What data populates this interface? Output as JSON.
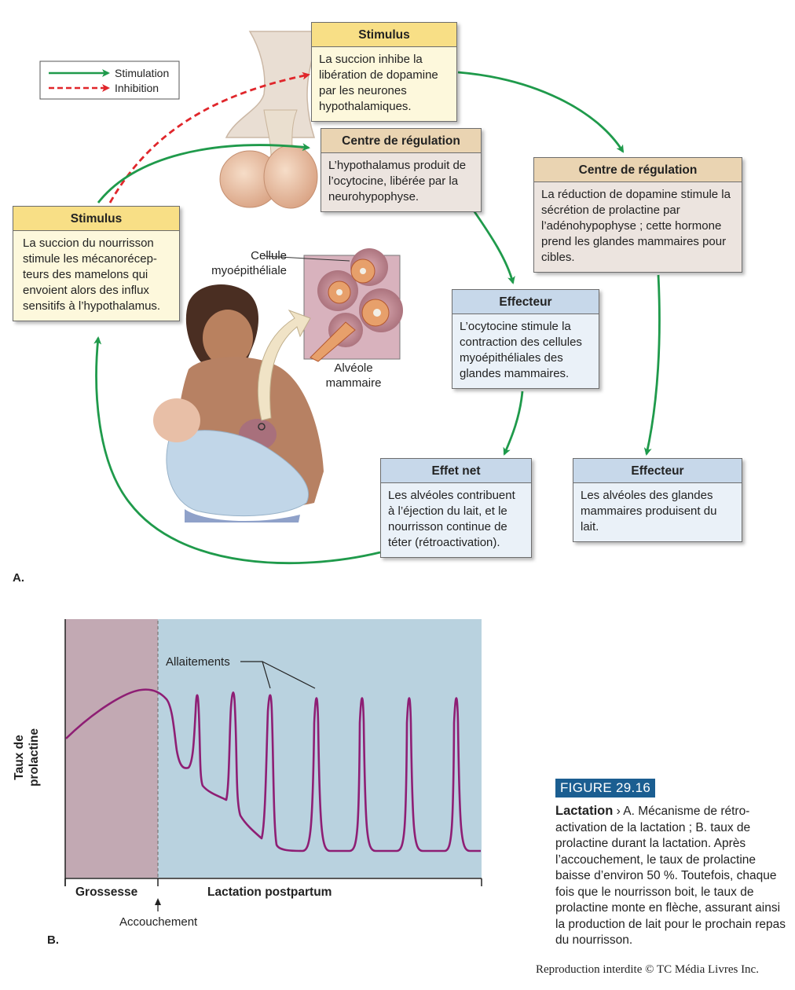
{
  "legend": {
    "stimulation": "Stimulation",
    "inhibition": "Inhibition"
  },
  "boxes": {
    "stimulus_left": {
      "title": "Stimulus",
      "text": "La succion du nourrisson stimule les mécanorécep-teurs des mamelons qui envoient alors des influx sensitifs à l’hypothalamus."
    },
    "stimulus_top": {
      "title": "Stimulus",
      "text": "La succion inhibe la libération de dopamine par les neurones hypothalamiques."
    },
    "centre_left": {
      "title": "Centre de régulation",
      "text": "L’hypothalamus produit de l’ocytocine, libérée par la neurohypophyse."
    },
    "centre_right": {
      "title": "Centre de régulation",
      "text": "La réduction de dopamine stimule la sécrétion de prolactine par l’adénohypophyse ; cette hormone prend les glandes mammaires pour cibles."
    },
    "effecteur_mid": {
      "title": "Effecteur",
      "text": "L’ocytocine stimule la contraction des cellules myoépithéliales des glandes mammaires."
    },
    "effet_net": {
      "title": "Effet net",
      "text": "Les alvéoles contribuent à l’éjection du lait, et le nourrisson continue de téter (rétroactivation)."
    },
    "effecteur_right": {
      "title": "Effecteur",
      "text": "Les alvéoles des glandes mammaires produisent du lait."
    }
  },
  "labels": {
    "cellule": "Cellule myoépithéliale",
    "alveole": "Alvéole mammaire",
    "panel_a": "A.",
    "panel_b": "B."
  },
  "graph": {
    "ylabel": "Taux de prolactine",
    "phase_1": "Grossesse",
    "phase_2": "Lactation postpartum",
    "birth": "Accouchement",
    "peaks_label": "Allaitements"
  },
  "caption": {
    "figure": "FIGURE 29.16",
    "title": "Lactation",
    "text": " › A. Mécanisme de rétro-activation de la lactation ; B. taux de prolactine durant la lactation. Après l’accouchement, le taux de prolactine baisse d’environ 50 %. Toutefois, chaque fois que le nourrisson boit, le taux de prolactine monte en flèche, assurant ainsi la production de lait pour le prochain repas du nourrisson."
  },
  "copyright": "Reproduction interdite © TC Média Livres Inc.",
  "colors": {
    "arrow_green": "#1f9a4b",
    "arrow_red": "#e0262b",
    "curve": "#8e1e74",
    "pregnancy_bg": "#c2a9b3",
    "lactation_bg": "#b9d2df"
  }
}
